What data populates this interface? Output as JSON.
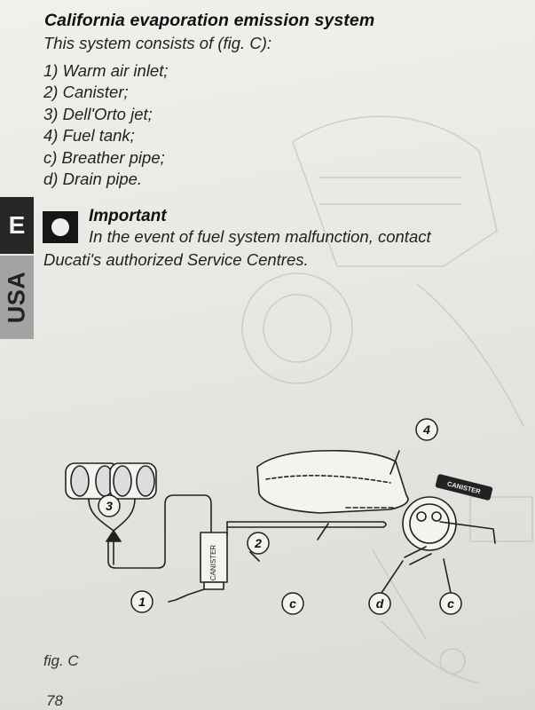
{
  "heading": "California evaporation emission system",
  "intro": "This system consists of (fig. C):",
  "components": [
    "1) Warm air inlet;",
    "2) Canister;",
    "3) Dell'Orto jet;",
    "4) Fuel tank;",
    "c) Breather pipe;",
    "d) Drain pipe."
  ],
  "side_tab": {
    "top": "E",
    "bottom": "USA"
  },
  "note": {
    "title": "Important",
    "line1": "In the event of fuel system malfunction, contact",
    "line2": "Ducati's authorized Service Centres."
  },
  "figure": {
    "callouts": [
      "1",
      "2",
      "3",
      "4",
      "c",
      "d",
      "c"
    ],
    "canister_label": "CANISTER",
    "tank_cap_label": "CANISTER",
    "caption": "fig. C"
  },
  "page_number": "78"
}
